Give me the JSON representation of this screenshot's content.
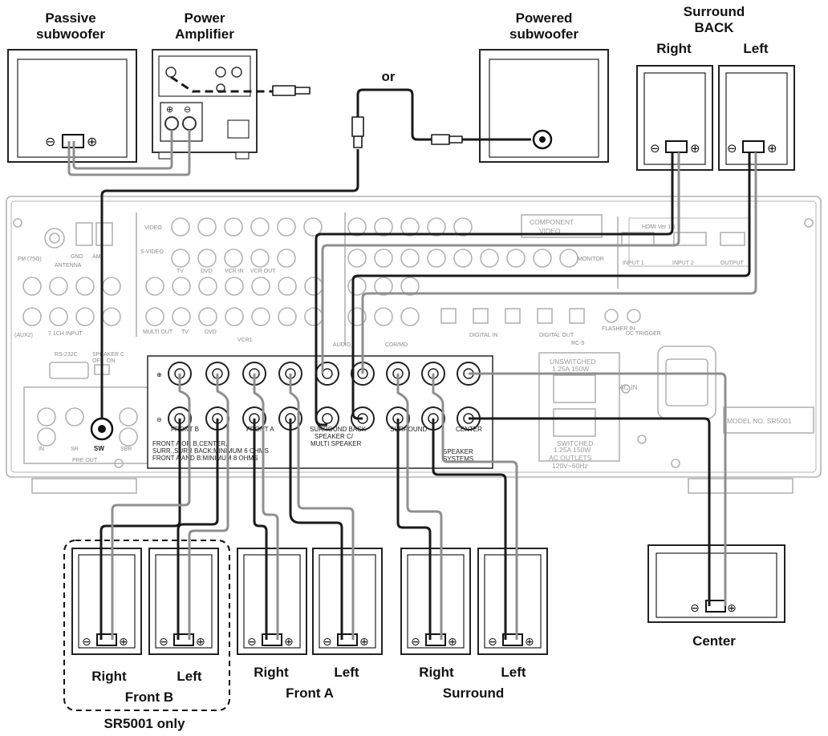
{
  "labels": {
    "passive_sub_1": "Passive",
    "passive_sub_2": "subwoofer",
    "power_amp_1": "Power",
    "power_amp_2": "Amplifier",
    "powered_sub_1": "Powered",
    "powered_sub_2": "subwoofer",
    "or": "or",
    "surround_back_1": "Surround",
    "surround_back_2": "BACK",
    "sb_right": "Right",
    "sb_left": "Left",
    "front_b_right": "Right",
    "front_b_left": "Left",
    "front_b": "Front B",
    "sr5001_only": "SR5001 only",
    "front_a_right": "Right",
    "front_a_left": "Left",
    "front_a": "Front A",
    "surround_right": "Right",
    "surround_left": "Left",
    "surround": "Surround",
    "center": "Center"
  },
  "receiver_panel": {
    "fm": "FM (75Ω)",
    "gnd": "GND",
    "am": "AM",
    "antenna": "ANTENNA",
    "svideo": "S-VIDEO",
    "video": "VIDEO",
    "component_video_1": "COMPONENT",
    "component_video_2": "VIDEO",
    "hdmi": "HDMI Ver 1.1",
    "input_1": "INPUT 1",
    "input_2": "INPUT 2",
    "output": "OUTPUT",
    "monitor": "MONITOR",
    "tv": "TV",
    "dvd": "DVD",
    "vcr_in": "VCR IN",
    "vcr_out": "VCR OUT",
    "multi_out": "MULTI OUT",
    "vcr1": "VCR1",
    "ch71_input": "7.1CH INPUT",
    "aux2": "(AUX2)",
    "audio": "AUDIO",
    "cdr_md": "CDR/MD",
    "digital_in": "DIGITAL IN",
    "digital_out": "DIGITAL OUT",
    "rc5": "RC-5",
    "flasher_in": "FLASHER IN",
    "dc_trigger": "DC TRIGGER",
    "rs232c": "RS-232C",
    "speaker_c": "SPEAKER C",
    "off_on": "OFF  ON",
    "pre_out": "PRE OUT",
    "sw": "SW",
    "pre_in": "IN",
    "pre_sr": "SR",
    "pre_sbr": "SBR",
    "front_b_term": "FRONT B",
    "front_a_term": "FRONT A",
    "sb_term_1": "SURROUND BACK",
    "sb_term_2": "SPEAKER C/",
    "sb_term_3": "MULTI SPEAKER",
    "surround_term": "SURROUND",
    "center_term": "CENTER",
    "speaker_systems_1": "SPEAKER",
    "speaker_systems_2": "SYSTEMS",
    "imp_line_1": "FRONT A OR B,CENTER,",
    "imp_line_2": "SURR.,SURR BACK:MINIMUM 6 OHMS",
    "imp_line_3": "FRONT A AND B:MINIMUM 8 OHMS",
    "unswitched_1": "UNSWITCHED",
    "unswitched_2": "1.25A 150W",
    "switched_1": "SWITCHED",
    "switched_2": "1.25A 150W",
    "ac_outlets_1": "AC OUTLETS",
    "ac_outlets_2": "120V~60Hz",
    "ac_in": "AC IN",
    "model_no": "MODEL NO. SR5001"
  },
  "colors": {
    "wire_black": "#1a1a1a",
    "wire_gray": "#8f8f8f",
    "panel_stroke": "#b3b3b3"
  }
}
